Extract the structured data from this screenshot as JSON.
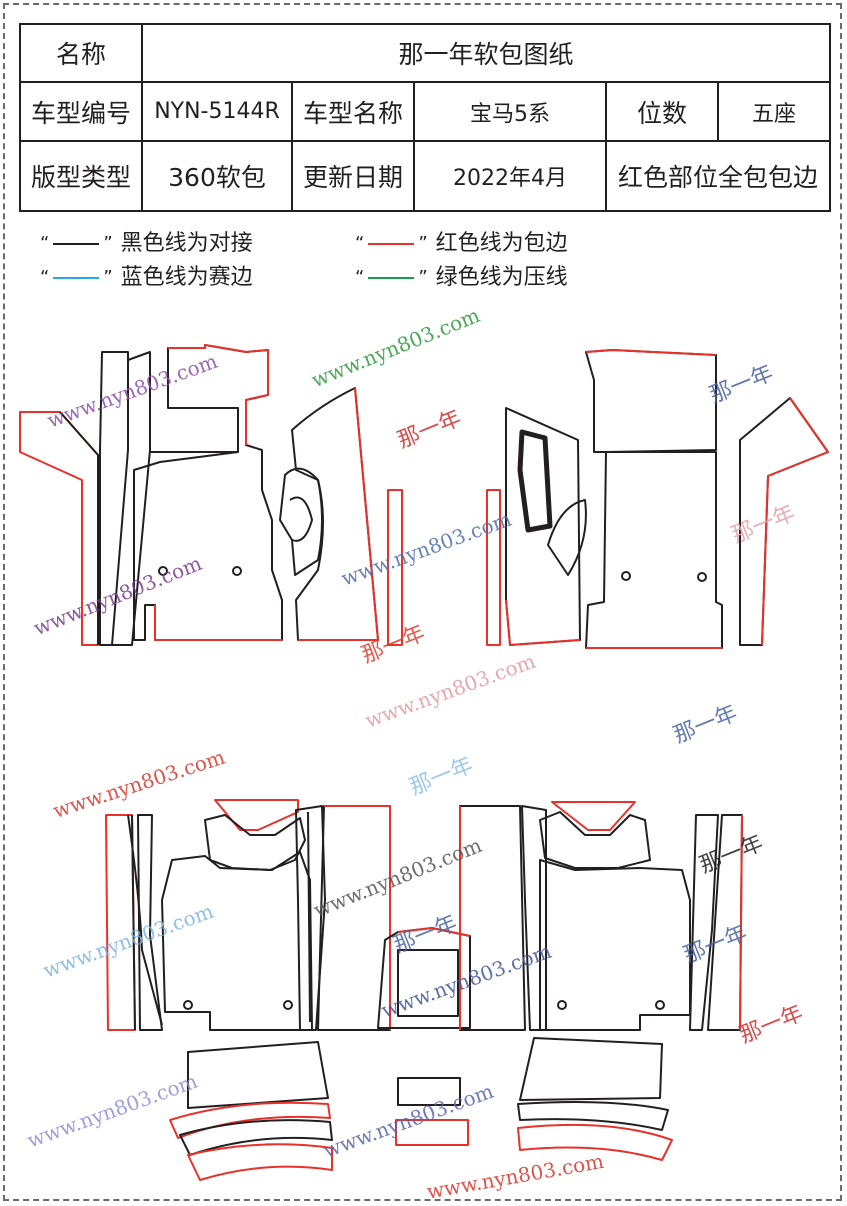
{
  "title": "那一年软包图纸",
  "table": {
    "name_label": "名称",
    "model_no_label": "车型编号",
    "model_no": "NYN-5144R",
    "model_name_label": "车型名称",
    "model_name": "宝马5系",
    "seats_label": "位数",
    "seats": "五座",
    "style_label": "版型类型",
    "style": "360软包",
    "update_label": "更新日期",
    "update_date": "2022年4月",
    "red_part_note": "红色部位全包包边"
  },
  "legend": [
    {
      "quote_open": "“",
      "quote_close": "”",
      "color": "#231f20",
      "label": "黑色线为对接"
    },
    {
      "quote_open": "“",
      "quote_close": "”",
      "color": "#e8312a",
      "label": "红色线为包边"
    },
    {
      "quote_open": "“",
      "quote_close": "”",
      "color": "#27a9e1",
      "label": "蓝色线为赛边"
    },
    {
      "quote_open": "“",
      "quote_close": "”",
      "color": "#1a9b4b",
      "label": "绿色线为压线"
    }
  ],
  "watermarks": {
    "url": "www.nyn803.com",
    "brand": "那一年"
  },
  "colors": {
    "black_line": "#231f20",
    "red_line": "#e8312a",
    "blue_line": "#27a9e1",
    "green_line": "#1a9b4b"
  }
}
